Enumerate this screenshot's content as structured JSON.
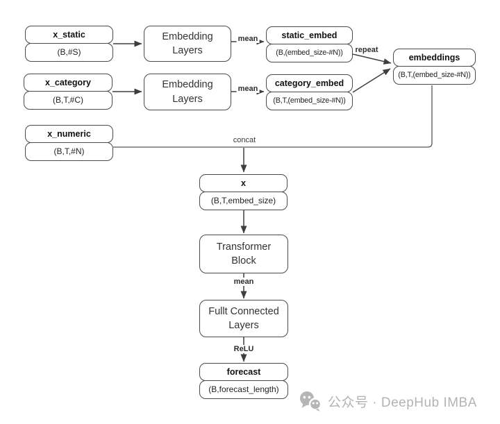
{
  "diagram": {
    "nodes": {
      "x_static": {
        "title": "x_static",
        "shape": "(B,#S)"
      },
      "x_category": {
        "title": "x_category",
        "shape": "(B,T,#C)"
      },
      "x_numeric": {
        "title": "x_numeric",
        "shape": "(B,T,#N)"
      },
      "embedding_layers_top": {
        "label": "Embedding Layers"
      },
      "embedding_layers_bottom": {
        "label": "Embedding Layers"
      },
      "static_embed": {
        "title": "static_embed",
        "shape": "(B,(embed_size-#N))"
      },
      "category_embed": {
        "title": "category_embed",
        "shape": "(B,T,(embed_size-#N))"
      },
      "embeddings": {
        "title": "embeddings",
        "shape": "(B,T,(embed_size-#N))"
      },
      "x": {
        "title": "x",
        "shape": "(B,T,embed_size)"
      },
      "transformer_block": {
        "label": "Transformer Block"
      },
      "fully_connected": {
        "label": "Fullt Connected Layers"
      },
      "forecast": {
        "title": "forecast",
        "shape": "(B,forecast_length)"
      }
    },
    "edge_labels": {
      "mean_static": "mean",
      "mean_category": "mean",
      "repeat": "repeat",
      "concat": "concat",
      "mean_transformer": "mean",
      "relu": "ReLU"
    },
    "colors": {
      "border": "#4a4a4a",
      "arrow": "#3e3e3e"
    }
  },
  "watermark": {
    "icon": "wechat-icon",
    "text": "公众号 · DeepHub IMBA",
    "color": "#b3b3b3"
  }
}
